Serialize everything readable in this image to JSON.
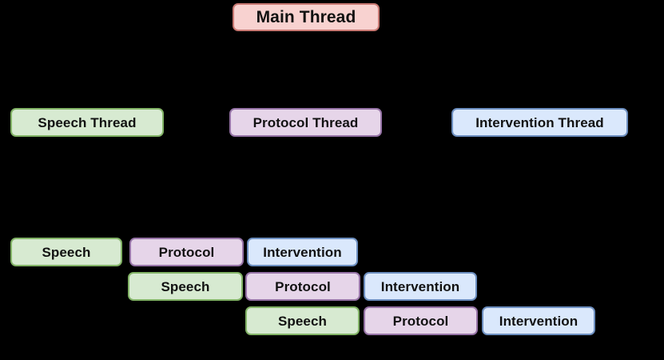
{
  "diagram": {
    "title_node": {
      "label": "Main Thread",
      "color_fill": "#f8d2d0",
      "color_border": "#c87872"
    },
    "thread_lane_labels": [
      {
        "label": "Speech Thread",
        "palette": "green",
        "color_fill": "#d7ead1",
        "color_border": "#82b366"
      },
      {
        "label": "Protocol Thread",
        "palette": "purple",
        "color_fill": "#e6d5e9",
        "color_border": "#9673a6"
      },
      {
        "label": "Intervention Thread",
        "palette": "blue",
        "color_fill": "#dae8fc",
        "color_border": "#6c8ebf"
      }
    ],
    "pipeline_rows": [
      {
        "row_index": 1,
        "stages": [
          {
            "label": "Speech",
            "palette": "green"
          },
          {
            "label": "Protocol",
            "palette": "purple"
          },
          {
            "label": "Intervention",
            "palette": "blue"
          }
        ]
      },
      {
        "row_index": 2,
        "stages": [
          {
            "label": "Speech",
            "palette": "green"
          },
          {
            "label": "Protocol",
            "palette": "purple"
          },
          {
            "label": "Intervention",
            "palette": "blue"
          }
        ]
      },
      {
        "row_index": 3,
        "stages": [
          {
            "label": "Speech",
            "palette": "green"
          },
          {
            "label": "Protocol",
            "palette": "purple"
          },
          {
            "label": "Intervention",
            "palette": "blue"
          }
        ]
      }
    ],
    "background_color": "#000000"
  }
}
